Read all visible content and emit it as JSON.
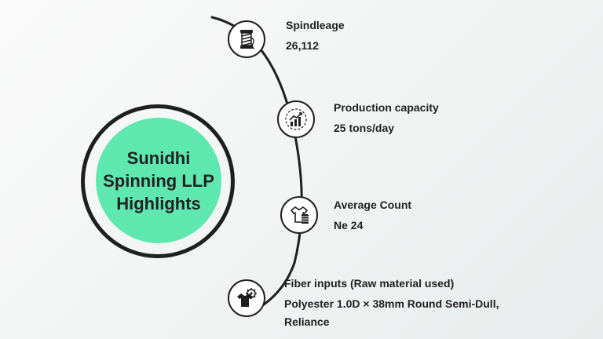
{
  "hub": {
    "title_lines": [
      "Sunidhi",
      "Spinning LLP",
      "Highlights"
    ],
    "fill_color": "#5ee8b0"
  },
  "items": [
    {
      "icon": "yarn-spool-icon",
      "label": "Spindleage",
      "value_lines": [
        "26,112"
      ]
    },
    {
      "icon": "production-chart-icon",
      "label": "Production capacity",
      "value_lines": [
        "25 tons/day"
      ]
    },
    {
      "icon": "tshirt-thread-icon",
      "label": "Average Count",
      "value_lines": [
        "Ne 24"
      ]
    },
    {
      "icon": "shirt-gear-icon",
      "label": "Fiber inputs (Raw material used)",
      "value_lines": [
        "Polyester 1.0D × 38mm Round Semi-Dull,",
        "Reliance"
      ]
    }
  ]
}
